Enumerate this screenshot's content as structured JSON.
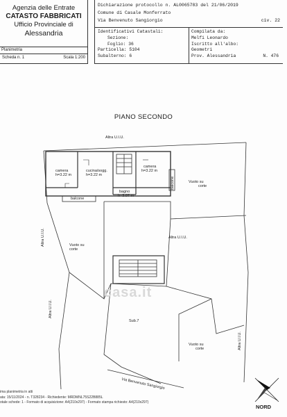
{
  "header": {
    "agency_line1": "Agenzia delle Entrate",
    "agency_line2": "CATASTO FABBRICATI",
    "agency_line3": "Ufficio Provinciale di",
    "agency_line4": "Alessandria",
    "planimetria": "Planimetria",
    "scheda": "Scheda n. 1",
    "scala": "Scala 1:200"
  },
  "declaration": {
    "line1": "Dichiarazione protocollo n. AL0065783 del  21/06/2019",
    "comune": "Comune di Casale Monferrato",
    "via": "Via Benvenuto Sangiorgio",
    "civ": "civ. 22"
  },
  "identifiers": {
    "title": "Identificativi Catastali:",
    "sezione": "Sezione:",
    "foglio": "Foglio: 36",
    "particella": "Particella: 5104",
    "subalterno": "Subalterno: 6",
    "compilata": "Compilata da:",
    "compilatore": "Melfi Leonardo",
    "iscritto": "Iscritto all'albo:",
    "albo": "Geometri",
    "prov": "Prov. Alessandria",
    "numero": "N. 476"
  },
  "plan": {
    "title": "PIANO SECONDO",
    "altra_top": "Altra U.I.U.",
    "camera1": "camera",
    "camera1_h": "h=3.22 m",
    "cucina": "cucina/sogg.",
    "cucina_h": "h=3.22 m",
    "camera2": "camera",
    "camera2_h": "h=3.22 m",
    "bagno": "bagno",
    "bagno_h": "h=3.07 m",
    "balcone1": "balcone",
    "balcone2": "balcone",
    "vuoto1": "Vuoto su",
    "corte1": "corte",
    "vuoto2": "Vuoto su",
    "corte2": "corte",
    "vuoto3": "Vuoto su",
    "corte3": "corte",
    "altra_mid": "Altra U.I.U.",
    "altra_left1": "Altra U.I.U.",
    "altra_left2": "Altra U.I.U.",
    "altra_right": "Altra U.I.U.",
    "sub": "Sub.7",
    "street": "Via Benvenuto Sangiorgio"
  },
  "footer": {
    "line1": "ima planimetria in atti",
    "line2": "ata: 15/11/2024 - n. T328234 - Richiedente: MRDMNL75S22B885L",
    "line3": "otale schede: 1 - Formato di acquisizione: A4(210x297) - Formato stampa richiesto: A4(210x297)"
  },
  "compass": {
    "label": "NORD"
  },
  "watermark": "casa.it"
}
